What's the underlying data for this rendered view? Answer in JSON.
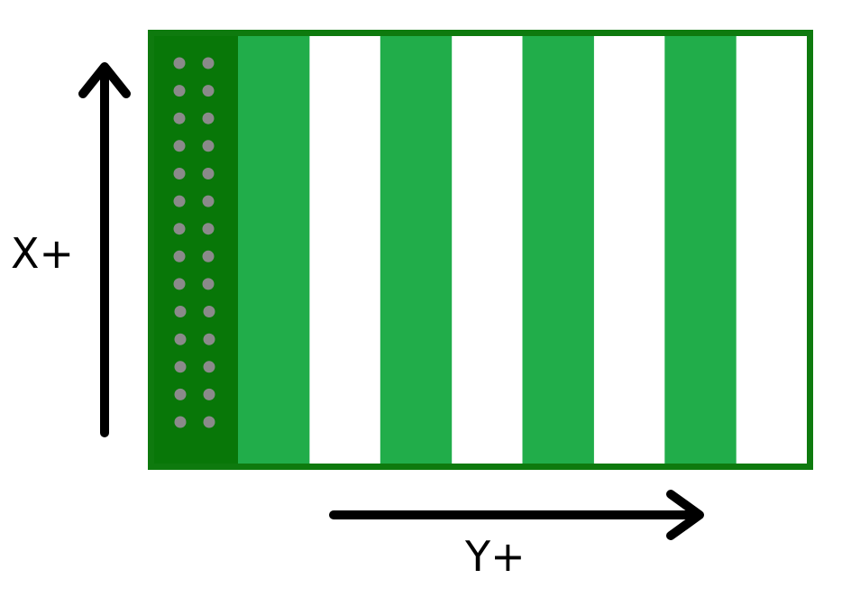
{
  "axes": {
    "x_label": "X+",
    "y_label": "Y+"
  },
  "board": {
    "border_color": "#0e7a0e",
    "edge_color": "#087708",
    "stripe_color": "#21ad4a",
    "background_color": "#ffffff",
    "dot_color": "#8a8a8a",
    "green_stripe_count": 4,
    "white_stripe_count": 4,
    "dot_columns": 2,
    "dot_rows": 14
  },
  "arrows": {
    "color": "#000000"
  }
}
